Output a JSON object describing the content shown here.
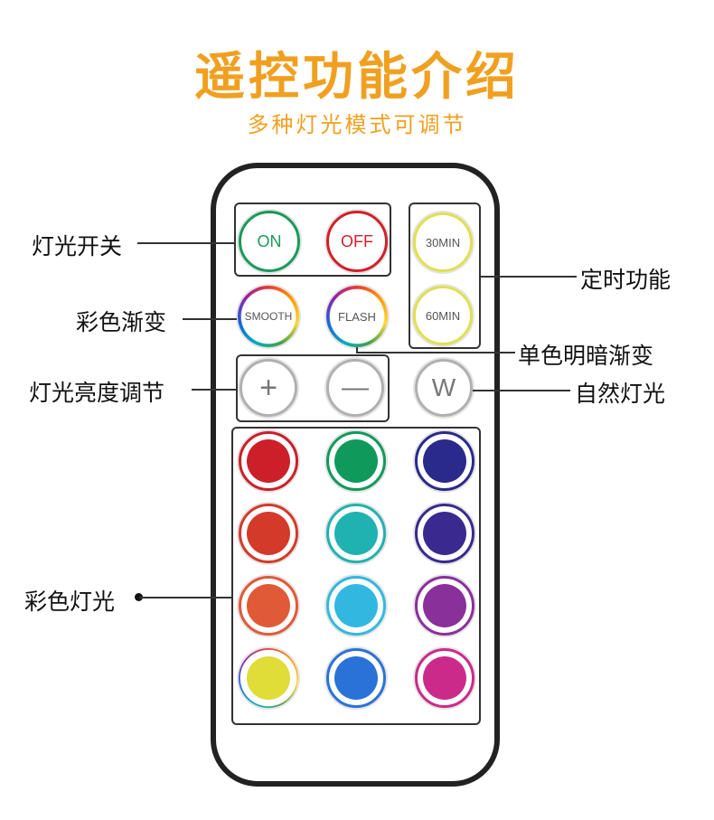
{
  "header": {
    "title": "遥控功能介绍",
    "subtitle": "多种灯光模式可调节"
  },
  "buttons": {
    "on": "ON",
    "off": "OFF",
    "min30": "30MIN",
    "min60": "60MIN",
    "smooth": "SMOOTH",
    "flash": "FLASH",
    "plus": "+",
    "minus": "—",
    "w": "W"
  },
  "labels": {
    "power": "灯光开关",
    "timer": "定时功能",
    "color_gradient": "彩色渐变",
    "single_color_fade": "单色明暗渐变",
    "brightness": "灯光亮度调节",
    "natural_light": "自然灯光",
    "color_lights": "彩色灯光"
  },
  "colors": {
    "title": "#f0a020",
    "on": "#1a9a5a",
    "off": "#d0202a",
    "timer_ring": "#e0e050",
    "color_buttons": [
      [
        "#cc1f2a",
        "#0f9a5c",
        "#2a2a8c"
      ],
      [
        "#d43a2a",
        "#20b2b0",
        "#3a2a90"
      ],
      [
        "#e05a38",
        "#32b8e0",
        "#8a309a"
      ],
      [
        "#e0dc38",
        "#2a72d8",
        "#cc2a8a"
      ]
    ]
  }
}
